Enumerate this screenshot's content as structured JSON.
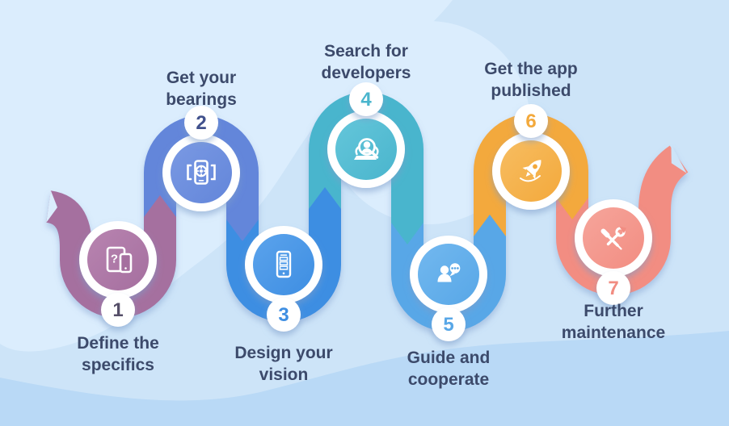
{
  "background": {
    "base": "#cde4f8",
    "blob": "#dbedfd",
    "wave": "#b9d9f6"
  },
  "label_color": "#3c4a6b",
  "glyphs": {
    "question_mark": "?"
  },
  "steps": [
    {
      "number": "1",
      "label": [
        "Define the",
        "specifics"
      ],
      "color": "#a56f9f",
      "color_light": "#b884b0",
      "number_color": "#554e68",
      "icon": "tablet-phone-question-icon"
    },
    {
      "number": "2",
      "label": [
        "Get your",
        "bearings"
      ],
      "color": "#6386da",
      "color_light": "#7a99e3",
      "number_color": "#41518c",
      "icon": "phone-compass-target-icon"
    },
    {
      "number": "3",
      "label": [
        "Design your",
        "vision"
      ],
      "color": "#3e8ee2",
      "color_light": "#5ba3ec",
      "number_color": "#3e8ee2",
      "icon": "phone-wireframe-icon"
    },
    {
      "number": "4",
      "label": [
        "Search for",
        "developers"
      ],
      "color": "#4ab5cd",
      "color_light": "#64c6da",
      "number_color": "#4ab5cd",
      "icon": "developer-search-magnifier-icon"
    },
    {
      "number": "5",
      "label": [
        "Guide and",
        "cooperate"
      ],
      "color": "#58a7e7",
      "color_light": "#72b8ef",
      "number_color": "#58a7e7",
      "icon": "consultant-chat-icon"
    },
    {
      "number": "6",
      "label": [
        "Get the app",
        "published"
      ],
      "color": "#f3a93c",
      "color_light": "#f7bd61",
      "number_color": "#f3a93c",
      "icon": "rocket-launch-icon"
    },
    {
      "number": "7",
      "label": [
        "Further",
        "maintenance"
      ],
      "color": "#f28d82",
      "color_light": "#f6a59b",
      "number_color": "#f18c81",
      "icon": "maintenance-tools-icon"
    }
  ]
}
